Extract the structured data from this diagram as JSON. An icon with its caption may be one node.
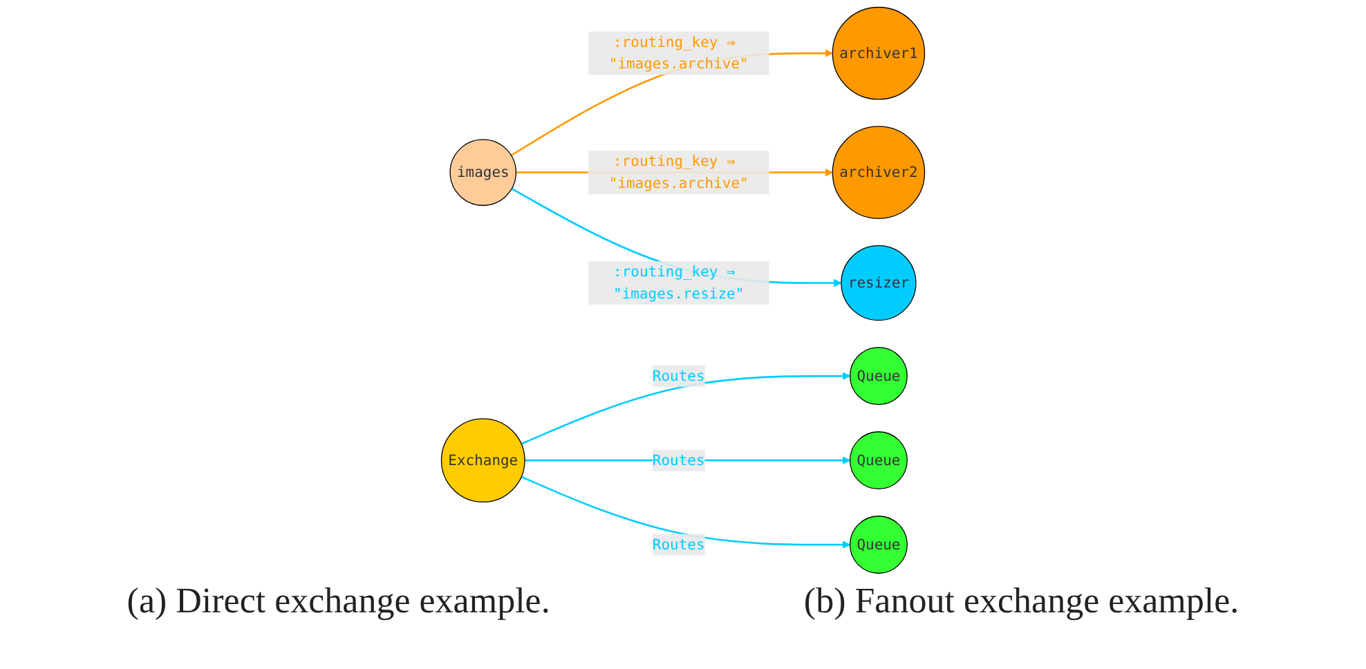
{
  "diagram": {
    "nodes": [
      {
        "text": [
          "images"
        ]
      },
      {
        "text": [
          "archiver1"
        ]
      },
      {
        "text": [
          "archiver2"
        ]
      },
      {
        "text": [
          "resizer"
        ]
      },
      {
        "text": [
          "Exchange"
        ]
      },
      {
        "text": [
          "Queue"
        ]
      },
      {
        "text": [
          "Queue"
        ]
      },
      {
        "text": [
          "Queue"
        ]
      }
    ],
    "edges": [
      {
        "from": 0,
        "to": 1,
        "arrow": "to",
        "label": ":routing_key ⇒ \"images.archive\"",
        "color": "#ff9900"
      },
      {
        "from": 0,
        "to": 2,
        "arrow": "to",
        "label": ":routing_key ⇒ \"images.archive\"",
        "color": "#ff9900"
      },
      {
        "from": 0,
        "to": 3,
        "arrow": "to",
        "label": ":routing_key ⇒ \"images.resize\""
      },
      {
        "from": 4,
        "to": 5,
        "arrow": "to",
        "label": "Routes"
      },
      {
        "from": 4,
        "to": 6,
        "arrow": "to",
        "label": "Routes"
      },
      {
        "from": 4,
        "to": 7,
        "arrow": "to",
        "label": "Routes"
      }
    ],
    "labels": [
      "(a) Direct exchange example.",
      "(b) Fanout exchange example."
    ]
  }
}
